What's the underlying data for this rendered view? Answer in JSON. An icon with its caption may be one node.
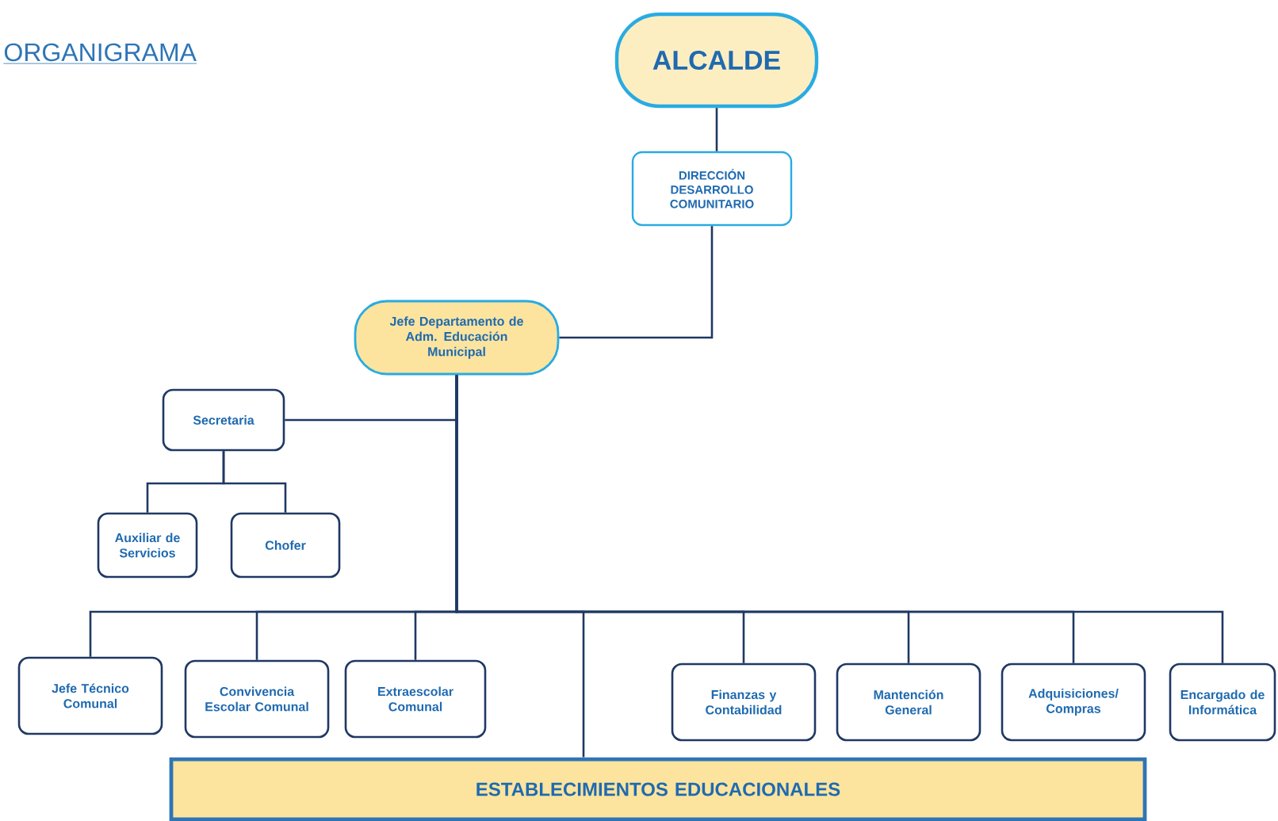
{
  "diagram": {
    "title": "ORGANIGRAMA",
    "nodes": [
      {
        "text": [
          "ALCALDE"
        ]
      },
      {
        "text": [
          "DIRECCIÓN DESARROLLO COMUNITARIO"
        ]
      },
      {
        "text": [
          "Jefe Departamento de Adm. Educación Municipal"
        ]
      },
      {
        "text": [
          "Secretaria"
        ]
      },
      {
        "text": [
          "Auxiliar de Servicios"
        ]
      },
      {
        "text": [
          "Chofer"
        ]
      },
      {
        "text": [
          "Jefe Técnico Comunal"
        ]
      },
      {
        "text": [
          "Convivencia Escolar Comunal"
        ]
      },
      {
        "text": [
          "Extraescolar Comunal"
        ]
      },
      {
        "text": [
          "Finanzas y Contabilidad"
        ]
      },
      {
        "text": [
          "Mantención General"
        ]
      },
      {
        "text": [
          "Adquisiciones/ Compras"
        ]
      },
      {
        "text": [
          "Encargado de Informática"
        ]
      },
      {
        "text": [
          "ESTABLECIMIENTOS EDUCACIONALES"
        ]
      }
    ],
    "edges": [
      {
        "from": 0,
        "to": 1,
        "arrow": "none"
      },
      {
        "from": 1,
        "to": 2,
        "arrow": "none"
      },
      {
        "from": 2,
        "to": 3,
        "arrow": "none"
      },
      {
        "from": 3,
        "to": 4,
        "arrow": "none"
      },
      {
        "from": 3,
        "to": 5,
        "arrow": "none"
      },
      {
        "from": 2,
        "to": 6,
        "arrow": "none"
      },
      {
        "from": 2,
        "to": 7,
        "arrow": "none"
      },
      {
        "from": 2,
        "to": 8,
        "arrow": "none"
      },
      {
        "from": 2,
        "to": 13,
        "arrow": "none"
      },
      {
        "from": 2,
        "to": 9,
        "arrow": "none"
      },
      {
        "from": 2,
        "to": 10,
        "arrow": "none"
      },
      {
        "from": 2,
        "to": 11,
        "arrow": "none"
      },
      {
        "from": 2,
        "to": 12,
        "arrow": "none"
      }
    ]
  }
}
